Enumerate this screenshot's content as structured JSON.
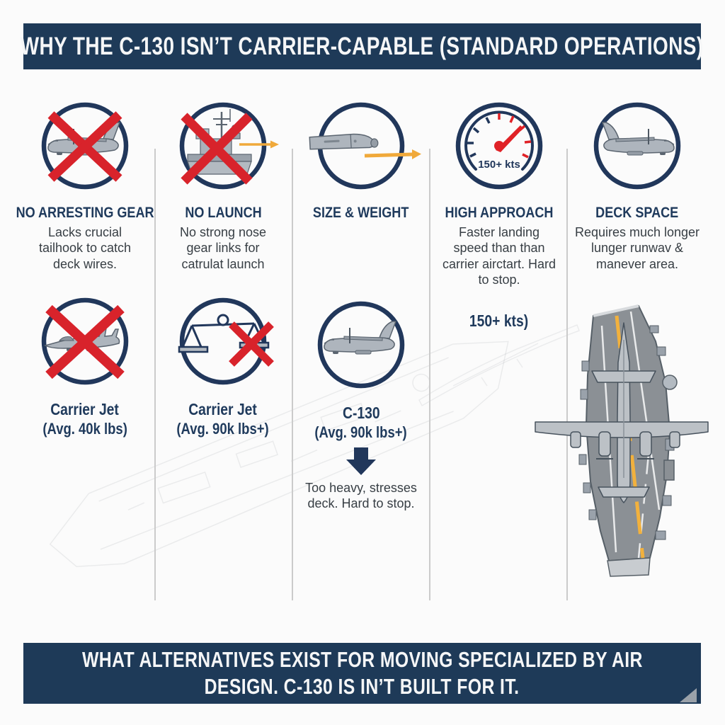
{
  "colors": {
    "navy": "#1e3a58",
    "navy_text": "#1f3a5c",
    "red": "#d8232b",
    "yellow": "#f0a93a",
    "aircraft_gray": "#aeb5bd",
    "deck_gray": "#8b9095",
    "body_text": "#373e44",
    "divider": "#cbcbcb",
    "background": "#fbfbfb"
  },
  "header": {
    "title": "WHY THE C-130 ISN’T CARRIER-CAPABLE (STANDARD OPERATIONS)"
  },
  "reasons": [
    {
      "icon": "c130-crossed-icon",
      "title": "NO ARRESTING GEAR",
      "body": "Lacks crucial tailhook to catch deck wires."
    },
    {
      "icon": "carrier-launch-crossed-icon",
      "title": "NO LAUNCH",
      "body": "No strong nose gear links for catrulat launch"
    },
    {
      "icon": "fuselage-length-icon",
      "title": "SIZE & WEIGHT",
      "body": ""
    },
    {
      "icon": "speed-gauge-icon",
      "title": "HIGH APPROACH",
      "body": "Faster landing speed than than carrier airctart. Hard to stop.",
      "gauge_label": "150+ kts"
    },
    {
      "icon": "c130-side-icon",
      "title": "DECK SPACE",
      "body": "Requires much longer lunger runwav & manever area."
    }
  ],
  "comparison": {
    "carrier_jet_light": {
      "icon": "fighter-jet-crossed-icon",
      "title": "Carrier Jet",
      "weight": "(Avg. 40k lbs)"
    },
    "carrier_jet_heavy": {
      "icon": "scale-crossed-icon",
      "title": "Carrier Jet",
      "weight": "(Avg. 90k lbs+)"
    },
    "c130": {
      "icon": "c130-side-icon",
      "title": "C-130",
      "weight": "(Avg. 90k lbs+)",
      "note": "Too heavy, stresses deck. Hard to stop."
    },
    "approach_speed_note": "150+ kts)"
  },
  "footer": {
    "line1": "WHAT ALTERNATIVES EXIST FOR MOVING SPECIALIZED BY AIR",
    "line2": "DESIGN. C-130 IS IN’T BUILT FOR IT."
  }
}
